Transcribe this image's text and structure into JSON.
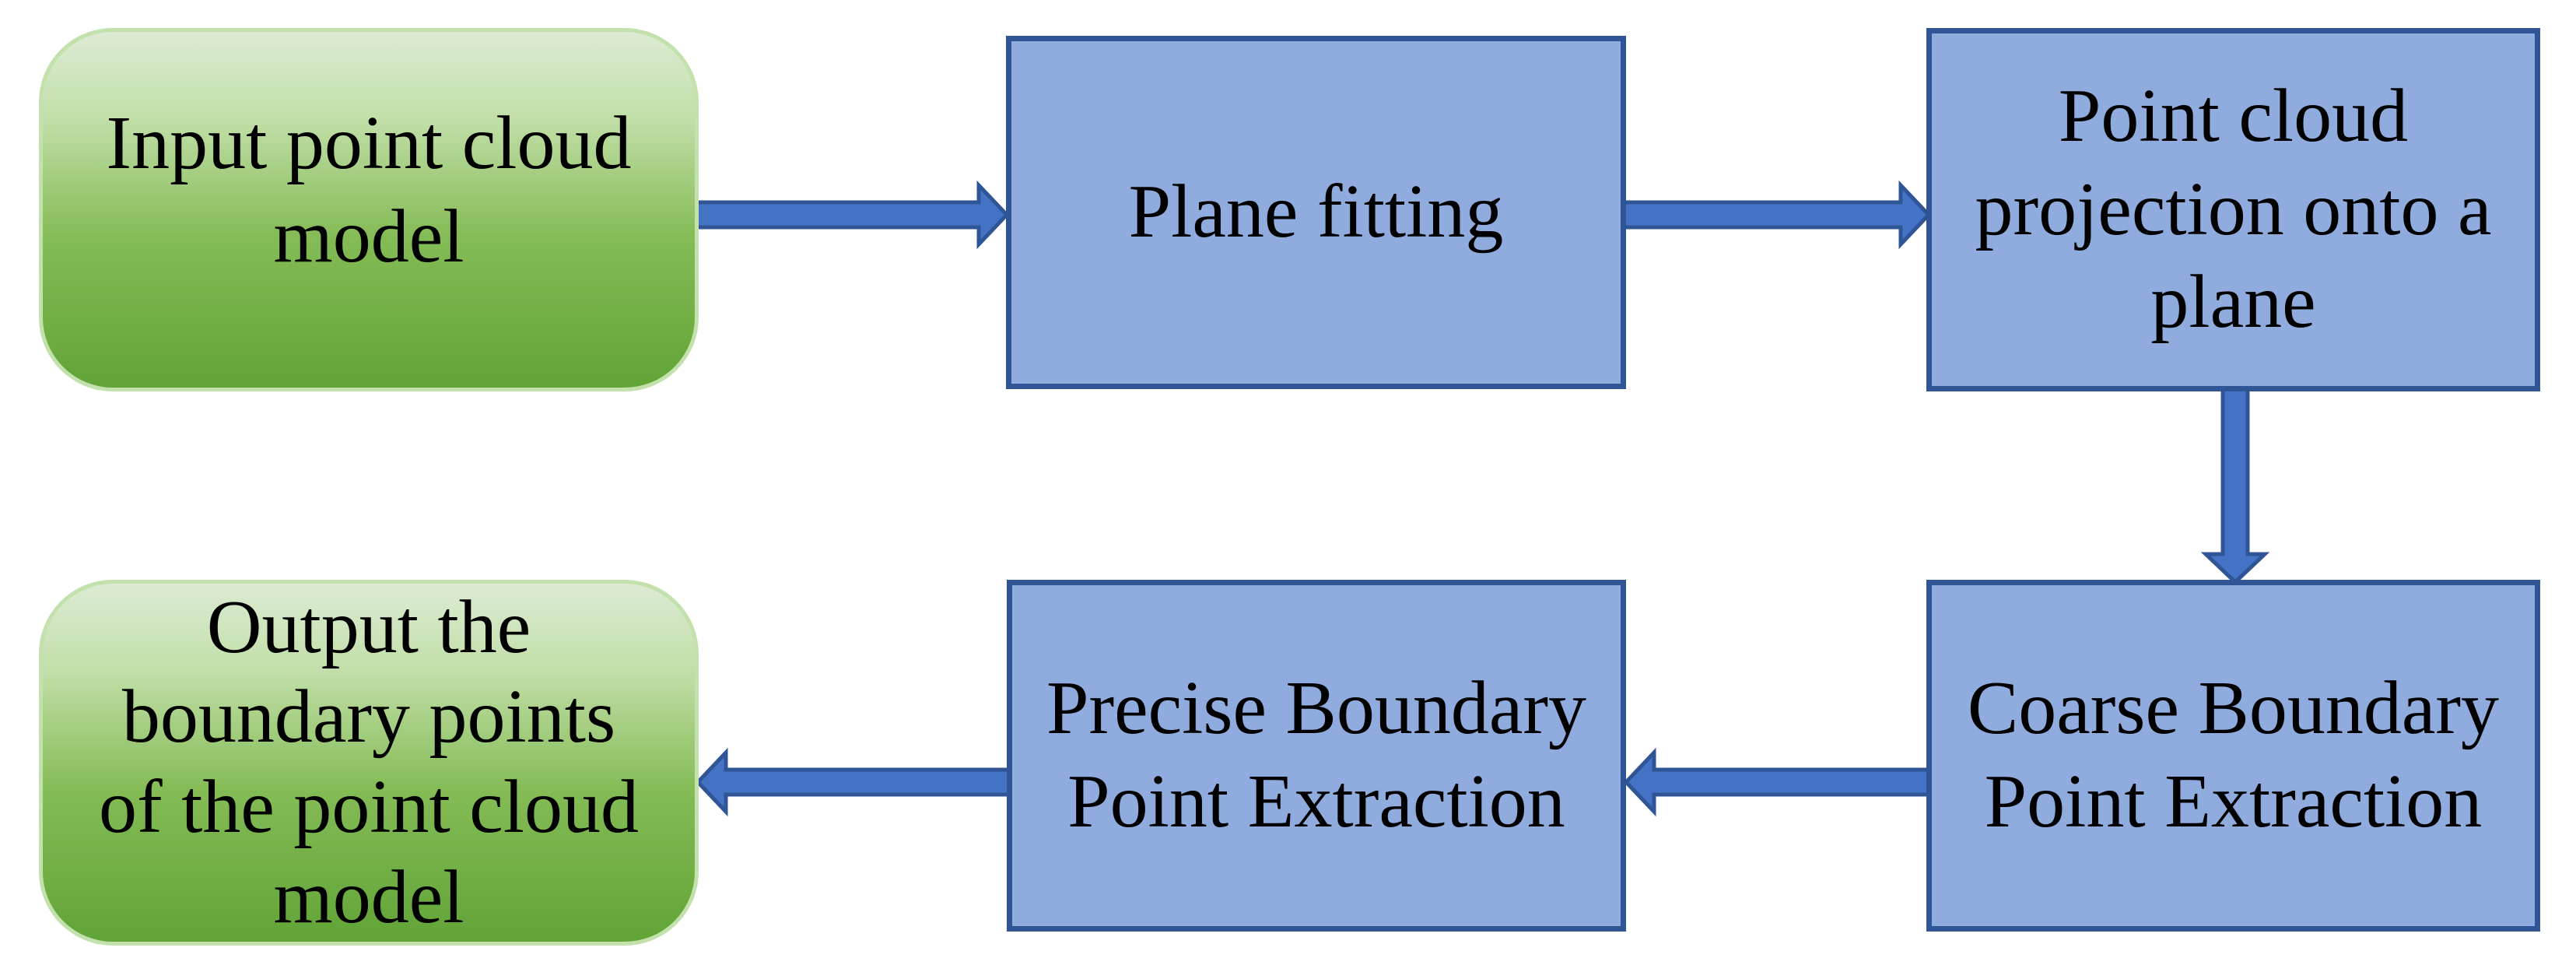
{
  "colors": {
    "background": "#ffffff",
    "text": "#000000",
    "node_fill_blue": "#90abdd",
    "node_border_blue": "#2f5597",
    "green_border": "#c3e1ad",
    "green_grad_top": "#dcebd3",
    "green_grad_light": "#c2dfa9",
    "green_grad_mid": "#84bb55",
    "green_grad_bottom": "#61a437",
    "arrow_fill": "#4472c4",
    "arrow_stroke": "#2f5597"
  },
  "flowchart": {
    "nodes": [
      {
        "id": "input",
        "shape": "rounded-rectangle",
        "style": "green-gradient",
        "lines": [
          "Input point cloud",
          "model"
        ]
      },
      {
        "id": "plane-fitting",
        "shape": "rectangle",
        "style": "blue",
        "lines": [
          "Plane fitting"
        ]
      },
      {
        "id": "projection",
        "shape": "rectangle",
        "style": "blue",
        "lines": [
          "Point cloud",
          "projection onto a",
          "plane"
        ]
      },
      {
        "id": "coarse",
        "shape": "rectangle",
        "style": "blue",
        "lines": [
          "Coarse Boundary",
          "Point Extraction"
        ]
      },
      {
        "id": "precise",
        "shape": "rectangle",
        "style": "blue",
        "lines": [
          "Precise Boundary",
          "Point Extraction"
        ]
      },
      {
        "id": "output",
        "shape": "rounded-rectangle",
        "style": "green-gradient",
        "lines": [
          "Output the",
          "boundary points",
          "of the point cloud",
          "model"
        ]
      }
    ],
    "edges": [
      {
        "from": "input",
        "to": "plane-fitting",
        "direction": "right"
      },
      {
        "from": "plane-fitting",
        "to": "projection",
        "direction": "right"
      },
      {
        "from": "projection",
        "to": "coarse",
        "direction": "down"
      },
      {
        "from": "coarse",
        "to": "precise",
        "direction": "left"
      },
      {
        "from": "precise",
        "to": "output",
        "direction": "left"
      }
    ]
  }
}
